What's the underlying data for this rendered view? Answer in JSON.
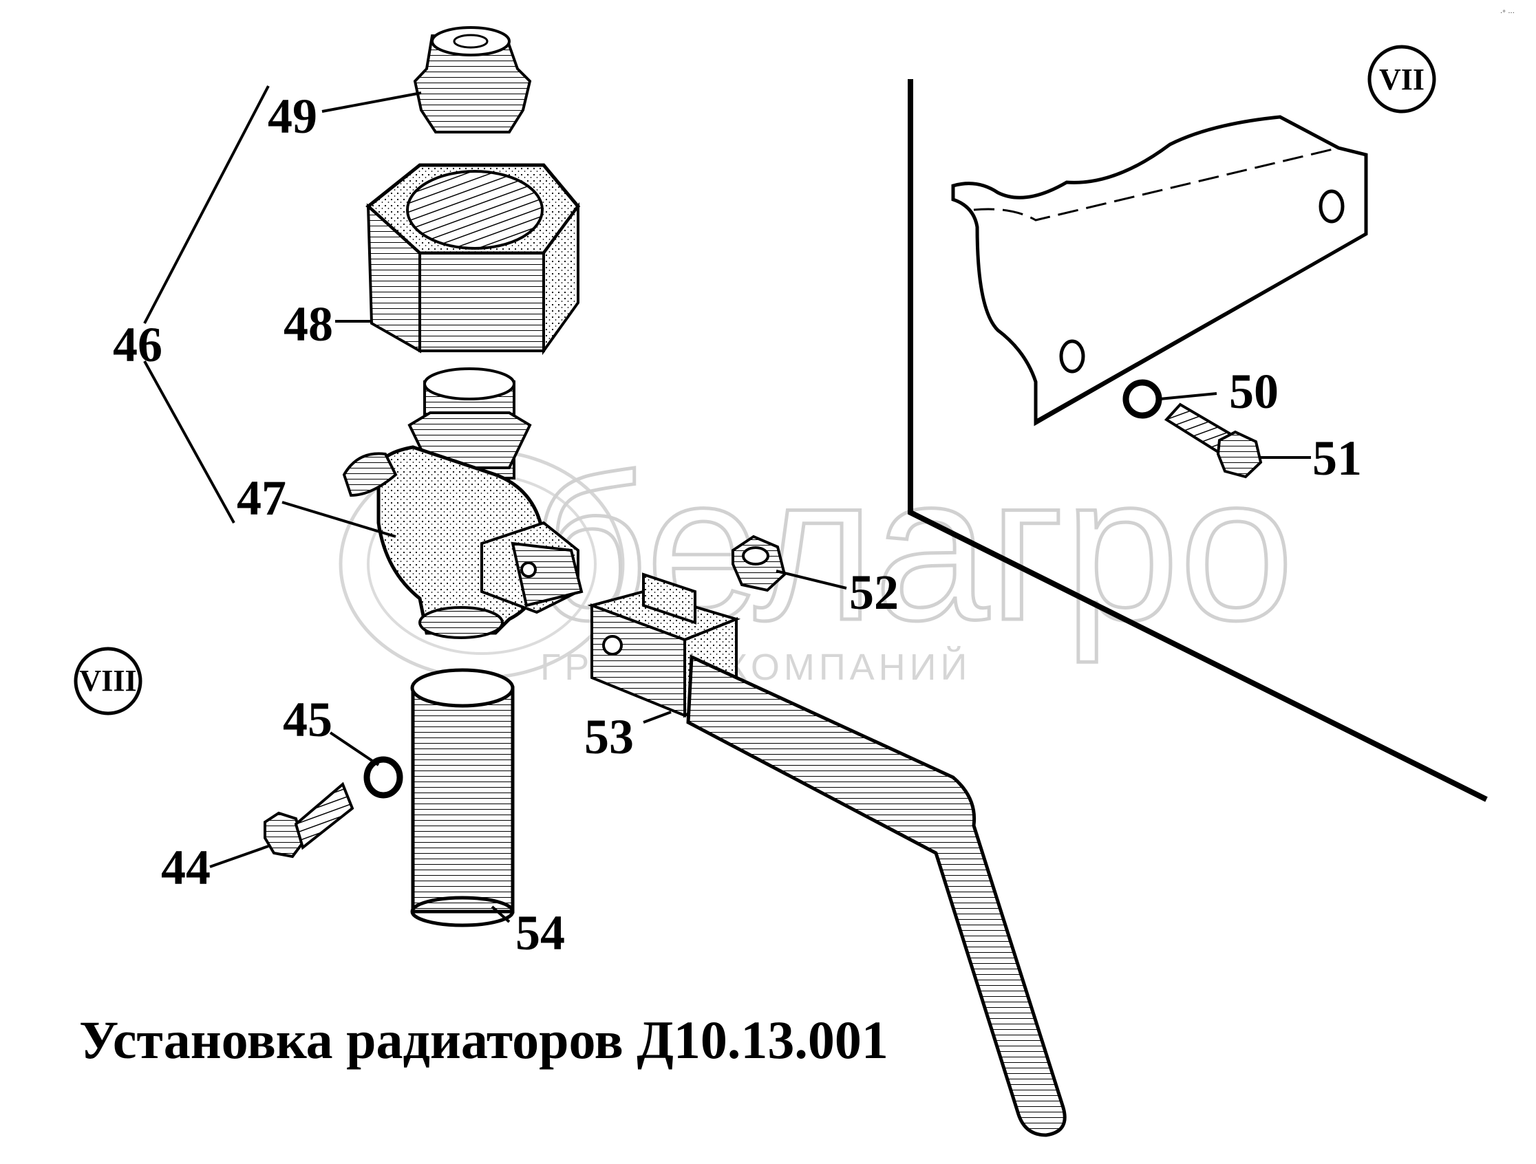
{
  "title": "Установка радиаторов Д10.13.001",
  "views": {
    "vii": "VII",
    "viii": "VIII"
  },
  "parts": {
    "p44": "44",
    "p45": "45",
    "p46": "46",
    "p47": "47",
    "p48": "48",
    "p49": "49",
    "p50": "50",
    "p51": "51",
    "p52": "52",
    "p53": "53",
    "p54": "54"
  },
  "watermark": {
    "logo": "белагро",
    "tagline": "ГРУППА КОМПАНИЙ"
  },
  "corner_mark": "·° ···"
}
